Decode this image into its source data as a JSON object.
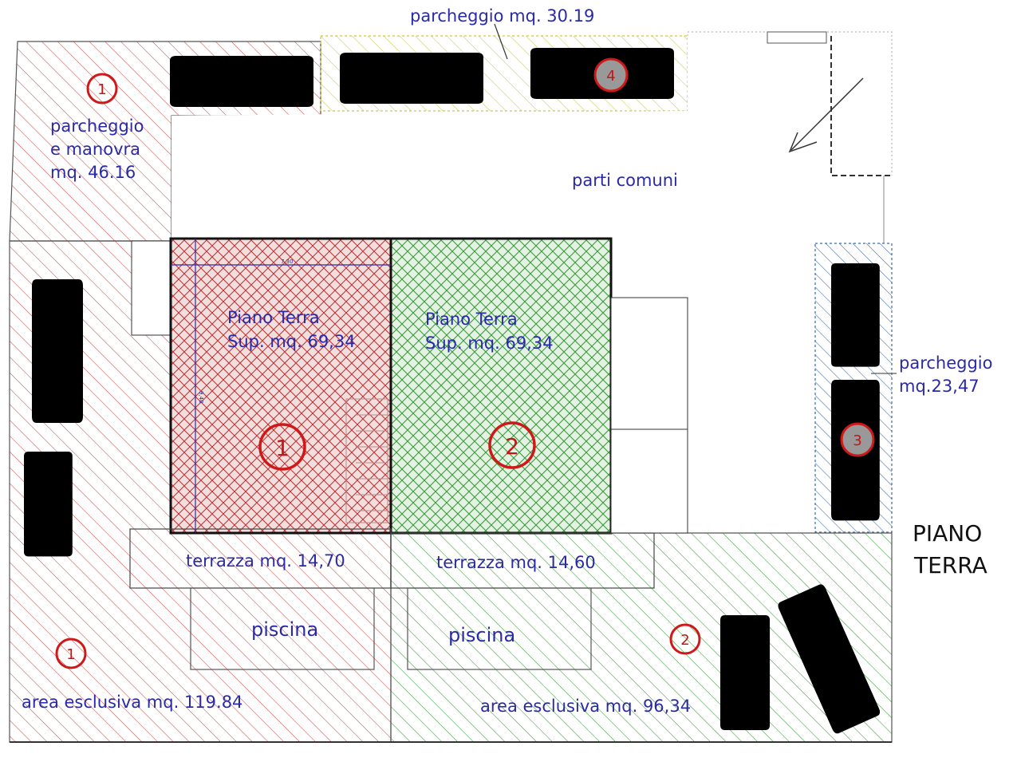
{
  "colors": {
    "red_zone": "#c85050",
    "green_zone": "#3a9a3a",
    "yellow_zone": "#c8c850",
    "blue_zone": "#3a6aaa",
    "label_text": "#2a2aa8",
    "unit_marker": "#d01818"
  },
  "title": {
    "line1": "PIANO",
    "line2": "TERRA"
  },
  "labels": {
    "parking_top": "parcheggio mq. 30.19",
    "parking_manoeuvre_line1": "parcheggio",
    "parking_manoeuvre_line2": "e manovra",
    "parking_manoeuvre_line3": "mq. 46.16",
    "common_parts": "parti comuni",
    "unit1_floor_line1": "Piano Terra",
    "unit1_floor_line2": "Sup. mq. 69,34",
    "unit2_floor_line1": "Piano Terra",
    "unit2_floor_line2": "Sup. mq. 69,34",
    "parking_right_line1": "parcheggio",
    "parking_right_line2": "mq.23,47",
    "terrace_1": "terrazza mq. 14,70",
    "terrace_2": "terrazza mq. 14,60",
    "pool_1": "piscina",
    "pool_2": "piscina",
    "exclusive_area_1": "area esclusiva mq. 119.84",
    "exclusive_area_2": "area esclusiva mq. 96,34",
    "dim_width": "7,30",
    "dim_height": "9,40"
  },
  "markers": {
    "m1_parking": "1",
    "m4_parking": "4",
    "m1_unit": "1",
    "m2_unit": "2",
    "m3_parking": "3",
    "m1_area": "1",
    "m2_area": "2"
  },
  "icons": [
    "car-icon",
    "direction-arrow-icon"
  ]
}
